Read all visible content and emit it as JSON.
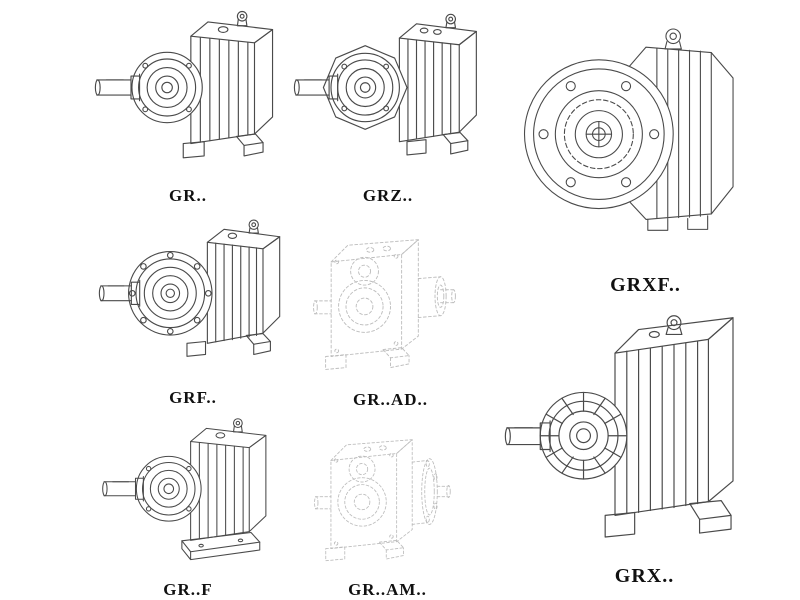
{
  "page": {
    "description": "Catalog sheet of GR series helical gear reducer model variants, technical line drawings"
  },
  "colors": {
    "background": "#ffffff",
    "line": "#4a4a4a",
    "line_faded": "#bdbdbd",
    "label": "#111111"
  },
  "figures": [
    {
      "id": "gr",
      "label": "GR.."
    },
    {
      "id": "grz",
      "label": "GRZ.."
    },
    {
      "id": "grxf",
      "label": "GRXF.."
    },
    {
      "id": "grf",
      "label": "GRF.."
    },
    {
      "id": "gr-ad",
      "label": "GR..AD.."
    },
    {
      "id": "gr-f",
      "label": "GR..F"
    },
    {
      "id": "gr-am",
      "label": "GR..AM.."
    },
    {
      "id": "grx",
      "label": "GRX.."
    }
  ]
}
